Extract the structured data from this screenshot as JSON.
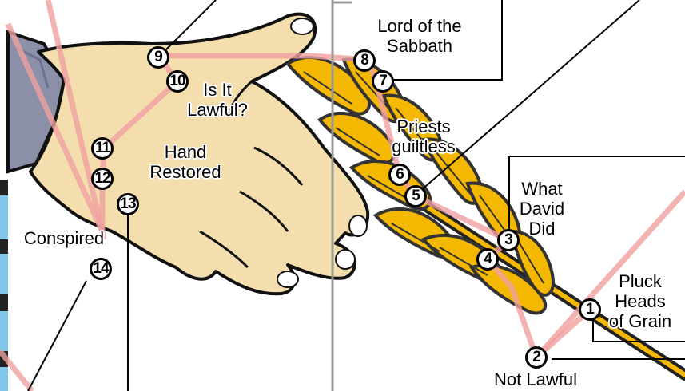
{
  "labels": {
    "lord_of_sabbath": [
      "Lord of the",
      "Sabbath"
    ],
    "priests_guiltless": [
      "Priests",
      "guiltless"
    ],
    "what_david_did": [
      "What",
      "David",
      "Did"
    ],
    "pluck_heads": [
      "Pluck",
      "Heads",
      "of Grain"
    ],
    "not_lawful": "Not Lawful",
    "is_it_lawful": [
      "Is It",
      "Lawful?"
    ],
    "hand_restored": [
      "Hand",
      "Restored"
    ],
    "conspired": "Conspired"
  },
  "markers": [
    "1",
    "2",
    "3",
    "4",
    "5",
    "6",
    "7",
    "8",
    "9",
    "10",
    "11",
    "12",
    "13",
    "14"
  ],
  "colors": {
    "path": "#f0a0a0",
    "grain": "#f5b800",
    "grain_outline": "#333333",
    "hand": "#f5deae",
    "sleeve": "#8b8fa8"
  },
  "icons": [
    "hand-icon",
    "wheat-stalk-icon",
    "sleeve-icon"
  ]
}
